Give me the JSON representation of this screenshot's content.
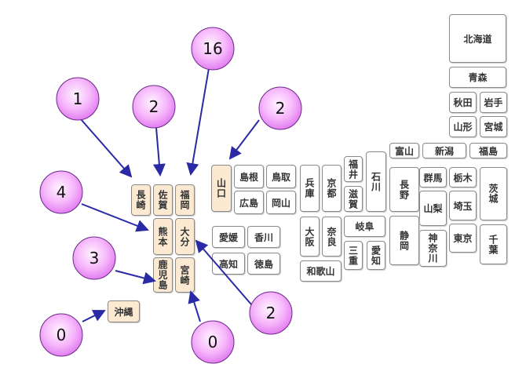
{
  "colors": {
    "highlight": "#fbe9d2",
    "bubble_center": "#fde6ff",
    "bubble_edge": "#e27ef0",
    "arrow": "#2a2aa6"
  },
  "prefectures": [
    {
      "name": "北海道",
      "highlighted": false
    },
    {
      "name": "青森",
      "highlighted": false
    },
    {
      "name": "秋田",
      "highlighted": false
    },
    {
      "name": "岩手",
      "highlighted": false
    },
    {
      "name": "山形",
      "highlighted": false
    },
    {
      "name": "宮城",
      "highlighted": false
    },
    {
      "name": "富山",
      "highlighted": false
    },
    {
      "name": "新潟",
      "highlighted": false
    },
    {
      "name": "福島",
      "highlighted": false
    },
    {
      "name": "長野",
      "highlighted": false
    },
    {
      "name": "群馬",
      "highlighted": false
    },
    {
      "name": "栃木",
      "highlighted": false
    },
    {
      "name": "茨城",
      "highlighted": false
    },
    {
      "name": "山梨",
      "highlighted": false
    },
    {
      "name": "埼玉",
      "highlighted": false
    },
    {
      "name": "東京",
      "highlighted": false
    },
    {
      "name": "神奈川",
      "highlighted": false
    },
    {
      "name": "千葉",
      "highlighted": false
    },
    {
      "name": "静岡",
      "highlighted": false
    },
    {
      "name": "石川",
      "highlighted": false
    },
    {
      "name": "福井",
      "highlighted": false
    },
    {
      "name": "滋賀",
      "highlighted": false
    },
    {
      "name": "岐阜",
      "highlighted": false
    },
    {
      "name": "三重",
      "highlighted": false
    },
    {
      "name": "愛知",
      "highlighted": false
    },
    {
      "name": "兵庫",
      "highlighted": false
    },
    {
      "name": "京都",
      "highlighted": false
    },
    {
      "name": "大阪",
      "highlighted": false
    },
    {
      "name": "奈良",
      "highlighted": false
    },
    {
      "name": "和歌山",
      "highlighted": false
    },
    {
      "name": "山口",
      "highlighted": true
    },
    {
      "name": "島根",
      "highlighted": false
    },
    {
      "name": "鳥取",
      "highlighted": false
    },
    {
      "name": "広島",
      "highlighted": false
    },
    {
      "name": "岡山",
      "highlighted": false
    },
    {
      "name": "愛媛",
      "highlighted": false
    },
    {
      "name": "香川",
      "highlighted": false
    },
    {
      "name": "高知",
      "highlighted": false
    },
    {
      "name": "徳島",
      "highlighted": false
    },
    {
      "name": "長崎",
      "highlighted": true
    },
    {
      "name": "佐賀",
      "highlighted": true
    },
    {
      "name": "福岡",
      "highlighted": true
    },
    {
      "name": "熊本",
      "highlighted": true
    },
    {
      "name": "大分",
      "highlighted": true
    },
    {
      "name": "鹿児島",
      "highlighted": true
    },
    {
      "name": "宮崎",
      "highlighted": true
    },
    {
      "name": "沖縄",
      "highlighted": true
    }
  ],
  "counts": [
    {
      "prefecture": "長崎",
      "count": "1"
    },
    {
      "prefecture": "佐賀",
      "count": "2"
    },
    {
      "prefecture": "福岡",
      "count": "16"
    },
    {
      "prefecture": "山口",
      "count": "2"
    },
    {
      "prefecture": "熊本",
      "count": "4"
    },
    {
      "prefecture": "鹿児島",
      "count": "3"
    },
    {
      "prefecture": "沖縄",
      "count": "0"
    },
    {
      "prefecture": "宮崎",
      "count": "0"
    },
    {
      "prefecture": "大分",
      "count": "2"
    }
  ]
}
